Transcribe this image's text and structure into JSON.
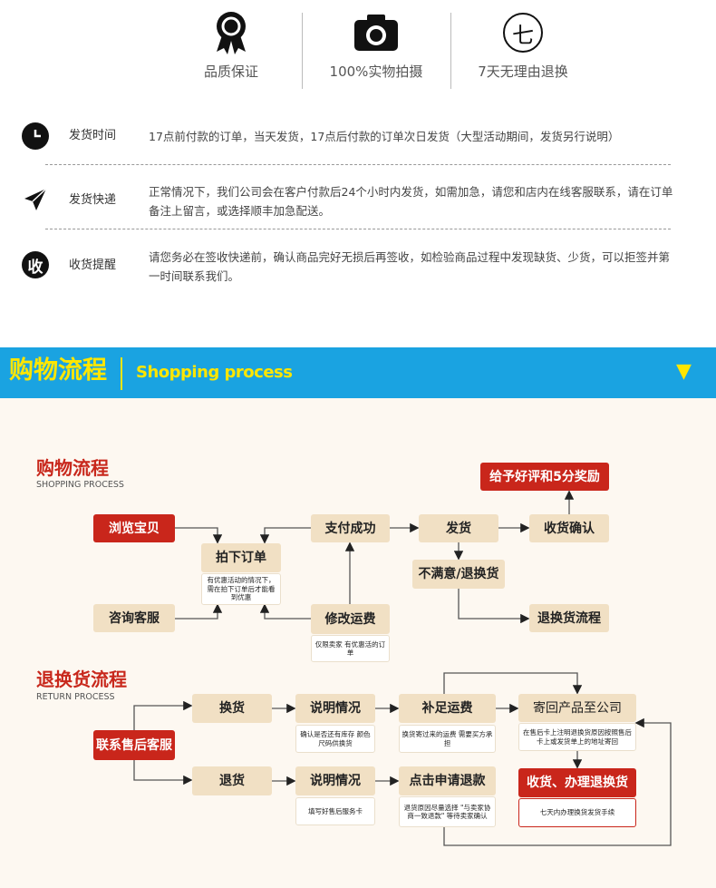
{
  "features": [
    {
      "icon": "award-ribbon-icon",
      "label": "品质保证"
    },
    {
      "icon": "camera-icon",
      "label": "100%实物拍摄"
    },
    {
      "icon": "seven-circle-icon",
      "glyph": "七",
      "label": "7天无理由退换"
    }
  ],
  "info_rows": [
    {
      "icon": "clock-icon",
      "title": "发货时间",
      "text": "17点前付款的订单，当天发货，17点后付款的订单次日发货（大型活动期间，发货另行说明）"
    },
    {
      "icon": "airplane-icon",
      "title": "发货快递",
      "text": "正常情况下，我们公司会在客户付款后24个小时内发货，如需加急，请您和店内在线客服联系，请在订单备注上留言，或选择顺丰加急配送。"
    },
    {
      "icon": "receive-icon",
      "glyph": "收",
      "title": "收货提醒",
      "text": "请您务必在签收快递前，确认商品完好无损后再签收，如检验商品过程中发现缺货、少货，可以拒签并第一时间联系我们。"
    }
  ],
  "banner": {
    "title": "购物流程",
    "subtitle": "Shopping process",
    "arrow": "▼"
  },
  "shopping": {
    "title": "购物流程",
    "subtitle": "SHOPPING PROCESS",
    "browse": "浏览宝贝",
    "consult": "咨询客服",
    "order": "拍下订单",
    "order_note": "有优惠活动的情况下，需在拍下订单后才能看到优惠",
    "pay": "支付成功",
    "modify": "修改运费",
    "modify_note": "仅限卖家 有优惠活的订单",
    "ship": "发货",
    "unhappy": "不满意/退换货",
    "confirm": "收货确认",
    "review": "给予好评和5分奖励",
    "return_flow": "退换货流程"
  },
  "returns": {
    "title": "退换货流程",
    "subtitle": "RETURN PROCESS",
    "contact": "联系售后客服",
    "exchange": "换货",
    "refund": "退货",
    "explain1": "说明情况",
    "explain1_note": "确认是否还有库存 颜色尺码供换货",
    "supplement": "补足运费",
    "supplement_note": "换货寄过来的运费 需要买方承担",
    "send_back": "寄回产品至公司",
    "send_back_note": "在售后卡上注明退换货原因按照售后卡上或发货单上的地址寄回",
    "explain2": "说明情况",
    "explain2_note": "填写好售后服务卡",
    "apply": "点击申请退款",
    "apply_note": "退货原因尽量选择 \"与卖家协商一致退款\" 等待卖家确认",
    "handle": "收货、办理退换货",
    "handle_note": "七天内办理换货发货手续"
  }
}
